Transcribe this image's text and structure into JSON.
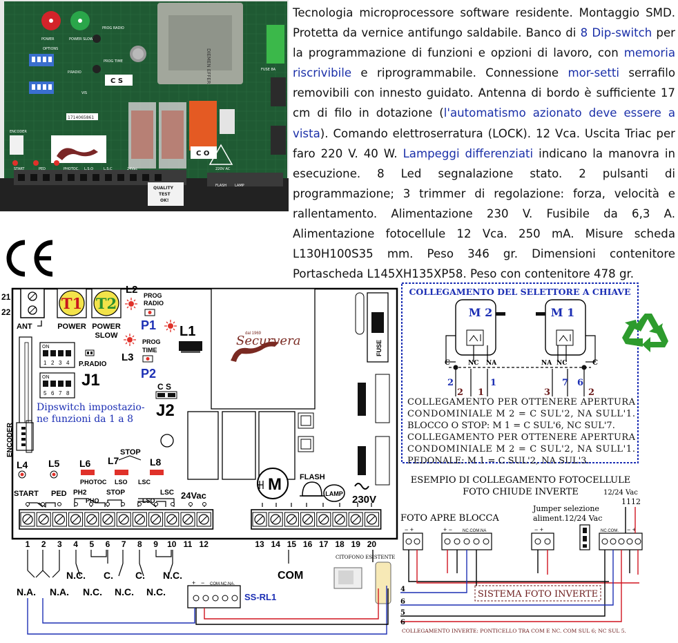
{
  "photo": {
    "labels": {
      "power": "POWER",
      "power_slow": "POWER SLOW",
      "options": "OPTIONS",
      "prog_radio": "PROG RADIO",
      "prog_time": "PROG TIME",
      "p_radio": "P.RADIO",
      "cs": "C S",
      "co": "C O",
      "vis": "VIS",
      "serial": "1714065861",
      "encoder": "ENCODER",
      "fuse": "FUSE 8A",
      "quality": "QUALITY",
      "test": "TEST",
      "ok": "OK!",
      "flash": "FLASH",
      "lamp": "LAMP",
      "vac220": "220V AC",
      "transformer_brand": "DIEMEN EFFER",
      "terminal_labels": [
        "START",
        "PED",
        "PHOTOC.",
        "L.S.O",
        "L.S.C",
        "24Vac"
      ]
    }
  },
  "description": {
    "segments": [
      {
        "text": "Tecnologia microprocessore software residente. Montaggio SMD. Protetta da vernice antifungo saldabile. Banco di ",
        "hl": false
      },
      {
        "text": "8 Dip-switch",
        "hl": true
      },
      {
        "text": " per la programmazione di funzioni e opzioni di lavoro, con ",
        "hl": false
      },
      {
        "text": "memoria riscrivibile",
        "hl": true
      },
      {
        "text": " e riprogrammabile. Connessione ",
        "hl": false
      },
      {
        "text": "mor-setti",
        "hl": true
      },
      {
        "text": " serrafilo removibili con innesto guidato. Antenna di bordo è sufficiente 17 cm di filo in dotazione (",
        "hl": false
      },
      {
        "text": "l'automatismo azionato deve essere a vista",
        "hl": true
      },
      {
        "text": "). Comando elettroserratura (LOCK). 12 Vca. Uscita Triac per faro 220 V. 40 W. ",
        "hl": false
      },
      {
        "text": "Lampeggi differenziati",
        "hl": true
      },
      {
        "text": " indicano la manovra in esecuzione. 8 Led segnalazione stato. 2 pulsanti di programmazione; 3 trimmer di regolazione: forza, velocità e rallentamento. Alimentazione 230 V. Fusibile da 6,3 A. Alimentazione fotocellule 12 Vca. 250 mA. Misure scheda L130H100S35 mm. Peso  346 gr. Dimensioni contenitore Portascheda L145XH135XP58. Peso con contenitore 478 gr.",
        "hl": false
      }
    ]
  },
  "ce_mark": "CE",
  "diagram": {
    "ant_pins": [
      "21",
      "22"
    ],
    "ant_label": "ANT",
    "trimmers": [
      {
        "id": "T1",
        "label1": "POWER",
        "label2": ""
      },
      {
        "id": "T2",
        "label1": "POWER",
        "label2": "SLOW"
      }
    ],
    "leds_top": {
      "l2": "L2",
      "l1": "L1",
      "l3": "L3"
    },
    "prog_radio": [
      "PROG",
      "RADIO"
    ],
    "prog_time": [
      "PROG",
      "TIME"
    ],
    "p1": "P1",
    "p2": "P2",
    "dip_on": "ON",
    "dip1_nums": [
      "1",
      "2",
      "3",
      "4"
    ],
    "dip2_nums": [
      "5",
      "6",
      "7",
      "8"
    ],
    "pradio": "P.RADIO",
    "j1": "J1",
    "j2": "J2",
    "cs": "C S",
    "dip_caption": [
      "Dipswitch impostazio-",
      "ne funzioni da 1 a 8"
    ],
    "encoder": "ENCODER",
    "brand": "Securvera",
    "brand_small": "dal 1969",
    "fuse": "FUSE",
    "leds_bottom": [
      "L4",
      "L5",
      "L6",
      "L7",
      "L8"
    ],
    "stop": "STOP",
    "led_captions": {
      "photoc": "PHOTOC",
      "lso": "LSO",
      "lsc": "LSC"
    },
    "motor": "M",
    "flash": "FLASH",
    "lamp": "LAMP",
    "v230": "230V",
    "v24": "24Vac",
    "term_labels": {
      "start": "START",
      "ped": "PED",
      "ph2": "PH2",
      "pho": "PHO",
      "stop": "STOP",
      "lsc": "LSC",
      "lso": "LSO"
    },
    "terminals_left": [
      "1",
      "2",
      "3",
      "4",
      "5",
      "6",
      "7",
      "8",
      "9",
      "10",
      "11",
      "12"
    ],
    "terminals_right": [
      "13",
      "14",
      "15",
      "16",
      "17",
      "18",
      "19",
      "20"
    ],
    "nc": "N.C.",
    "c": "C.",
    "na": "N.A.",
    "com": "COM",
    "ssrl1": "SS-RL1",
    "ssrl1_header": [
      "+",
      "−",
      "COM.NC.NA."
    ],
    "citofono": "CITOFONO ESISTENTE",
    "selector_title": "COLLEGAMENTO DEL SELETTORE A CHIAVE",
    "m2": "M 2",
    "m1": "M 1",
    "sel_letters_left": [
      "C",
      "NC",
      "NA"
    ],
    "sel_letters_right": [
      "NA",
      "NC",
      "C"
    ],
    "sel_nums_left": [
      "2",
      "2",
      "1",
      "1"
    ],
    "sel_nums_right": [
      "3",
      "7",
      "6",
      "2"
    ],
    "sel_text": [
      "COLLEGAMENTO PER OTTENERE APERTURA",
      "CONDOMINIALE M 2 = C SUL'2, NA SULL'1.",
      "BLOCCO O STOP: M 1 = C SUL'6, NC SUL'7.",
      "COLLEGAMENTO PER OTTENERE APERTURA",
      "CONDOMINIALE M 2 = C SUL'2, NA SULL'1.",
      "PEDONALE: M 1 = C SUL'2, NA SUL'3."
    ],
    "foto_title": [
      "ESEMPIO DI COLLEGAMENTO FOTOCELLULE",
      "FOTO CHIUDE INVERTE"
    ],
    "vac_1224": "12/24 Vac",
    "pins_1112": [
      "11",
      "12"
    ],
    "jumper": [
      "Jumper selezione",
      "aliment.12/24 Vac"
    ],
    "foto_apre": "FOTO APRE BLOCCA",
    "sistema": "SISTEMA FOTO INVERTE",
    "wire_nums": [
      "4",
      "6",
      "5",
      "6"
    ],
    "nc_com": "NC.COM.NA",
    "nc_com_right": "NC.COM.",
    "bottom_note": "COLLEGAMENTO INVERTE: PONTICELLO TRA COM E NC. COM SUL 6; NC SUL 5.",
    "colors": {
      "blue": "#1c2fb4",
      "red": "#d0141e",
      "green": "#2d9b2d",
      "maroon": "#6b1a1a"
    }
  }
}
